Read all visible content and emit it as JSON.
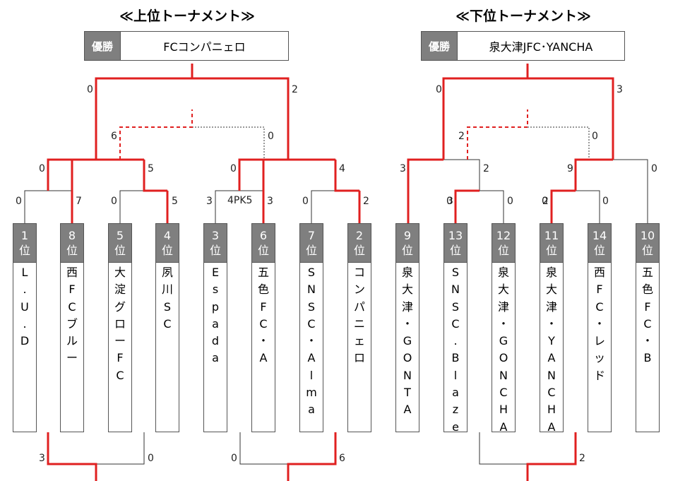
{
  "upper": {
    "title": "≪上位トーナメント≫",
    "winner_label": "優勝",
    "winner": "FCコンパニェロ",
    "teams": [
      {
        "rank": "1",
        "unit": "位",
        "name": "L.U.D"
      },
      {
        "rank": "8",
        "unit": "位",
        "name": "西FCブルー"
      },
      {
        "rank": "5",
        "unit": "位",
        "name": "大淀グローFC"
      },
      {
        "rank": "4",
        "unit": "位",
        "name": "夙川SC"
      },
      {
        "rank": "3",
        "unit": "位",
        "name": "Espada"
      },
      {
        "rank": "6",
        "unit": "位",
        "name": "五色FC・A"
      },
      {
        "rank": "7",
        "unit": "位",
        "name": "SNSC・Alma"
      },
      {
        "rank": "2",
        "unit": "位",
        "name": "コンパニェロ"
      }
    ],
    "scores": [
      "0",
      "7",
      "0",
      "5",
      "3",
      "3",
      "0",
      "2",
      "0",
      "5",
      "0",
      "4",
      "6",
      "0",
      "0",
      "2",
      "3",
      "0",
      "0",
      "6"
    ],
    "pk_note": "4PK5"
  },
  "lower": {
    "title": "≪下位トーナメント≫",
    "winner_label": "優勝",
    "winner": "泉大津JFC･YANCHA",
    "teams": [
      {
        "rank": "9",
        "unit": "位",
        "name": "泉大津・GONTA"
      },
      {
        "rank": "13",
        "unit": "位",
        "name": "SNSC.Blaze"
      },
      {
        "rank": "12",
        "unit": "位",
        "name": "泉大津・GONCHA"
      },
      {
        "rank": "11",
        "unit": "位",
        "name": "泉大津・YANCHA"
      },
      {
        "rank": "14",
        "unit": "位",
        "name": "西FC・レッド"
      },
      {
        "rank": "10",
        "unit": "位",
        "name": "五色FC・B"
      }
    ],
    "scores": [
      "3",
      "0",
      "2",
      "0",
      "0",
      "3",
      "2",
      "9",
      "0",
      "2",
      "0",
      "0",
      "3",
      "0",
      "2"
    ]
  }
}
